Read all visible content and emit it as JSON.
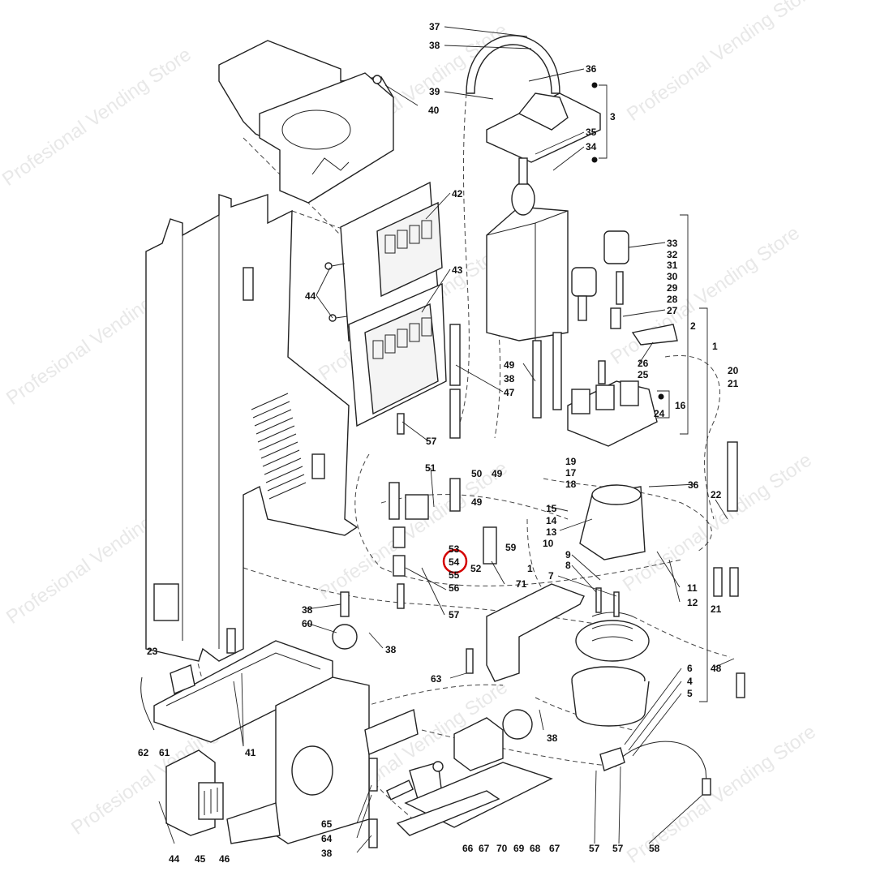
{
  "watermark": "Profesional Vending Store",
  "highlight": {
    "label": "54",
    "color": "#d40000"
  },
  "callouts": [
    "37",
    "38",
    "36",
    "39",
    "40",
    "3",
    "35",
    "34",
    "42",
    "43",
    "44",
    "33",
    "32",
    "31",
    "30",
    "29",
    "28",
    "27",
    "2",
    "1",
    "26",
    "25",
    "20",
    "21",
    "49",
    "38",
    "47",
    "16",
    "24",
    "57",
    "19",
    "17",
    "18",
    "36",
    "22",
    "51",
    "50",
    "49",
    "49",
    "15",
    "14",
    "13",
    "10",
    "9",
    "8",
    "7",
    "53",
    "54",
    "55",
    "52",
    "71",
    "56",
    "59",
    "1",
    "11",
    "12",
    "21",
    "38",
    "57",
    "60",
    "38",
    "23",
    "62",
    "61",
    "41",
    "63",
    "6",
    "4",
    "5",
    "48",
    "38",
    "44",
    "45",
    "46",
    "65",
    "64",
    "38",
    "66",
    "67",
    "70",
    "69",
    "68",
    "67",
    "57",
    "57",
    "58"
  ]
}
